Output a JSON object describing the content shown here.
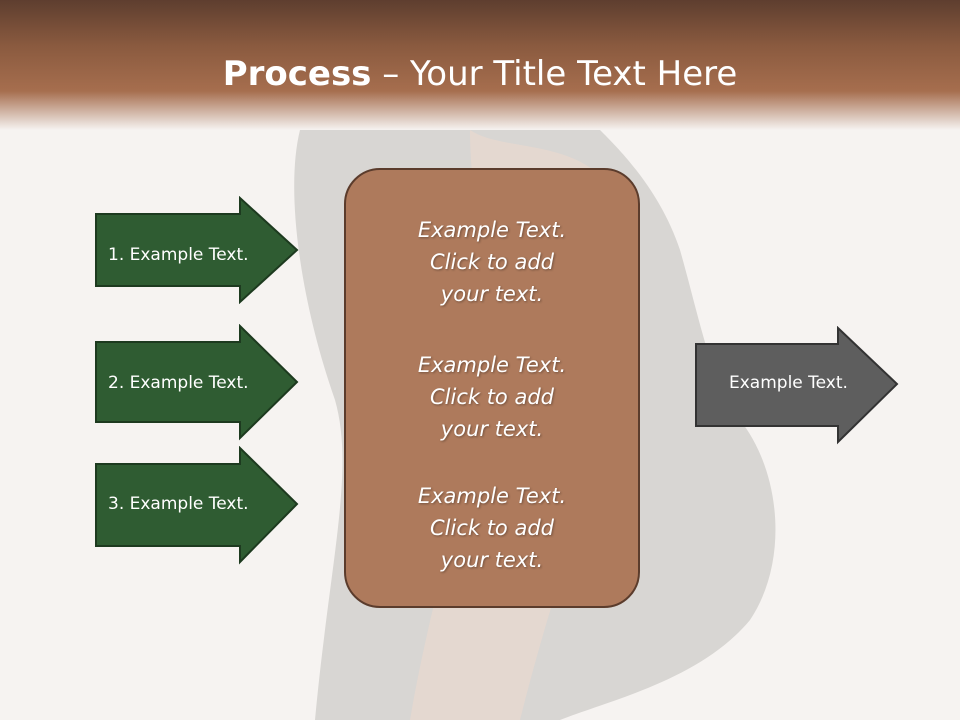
{
  "title": {
    "bold": "Process",
    "rest": " – Your Title Text Here"
  },
  "colors": {
    "header": "#8a5a3f",
    "box_fill": "#ae7a5c",
    "box_border": "#5b3c2c",
    "step_arrow": "#2f5c32",
    "result_arrow": "#5e5e5e"
  },
  "steps": [
    {
      "label": "1. Example Text."
    },
    {
      "label": "2. Example Text."
    },
    {
      "label": "3. Example Text."
    }
  ],
  "center_box": {
    "blocks": [
      {
        "line1": "Example Text.",
        "line2": "Click  to add",
        "line3": "your text."
      },
      {
        "line1": "Example Text.",
        "line2": "Click  to add",
        "line3": "your text."
      },
      {
        "line1": "Example Text.",
        "line2": "Click  to add",
        "line3": "your text."
      }
    ]
  },
  "result": {
    "label": "Example Text."
  }
}
